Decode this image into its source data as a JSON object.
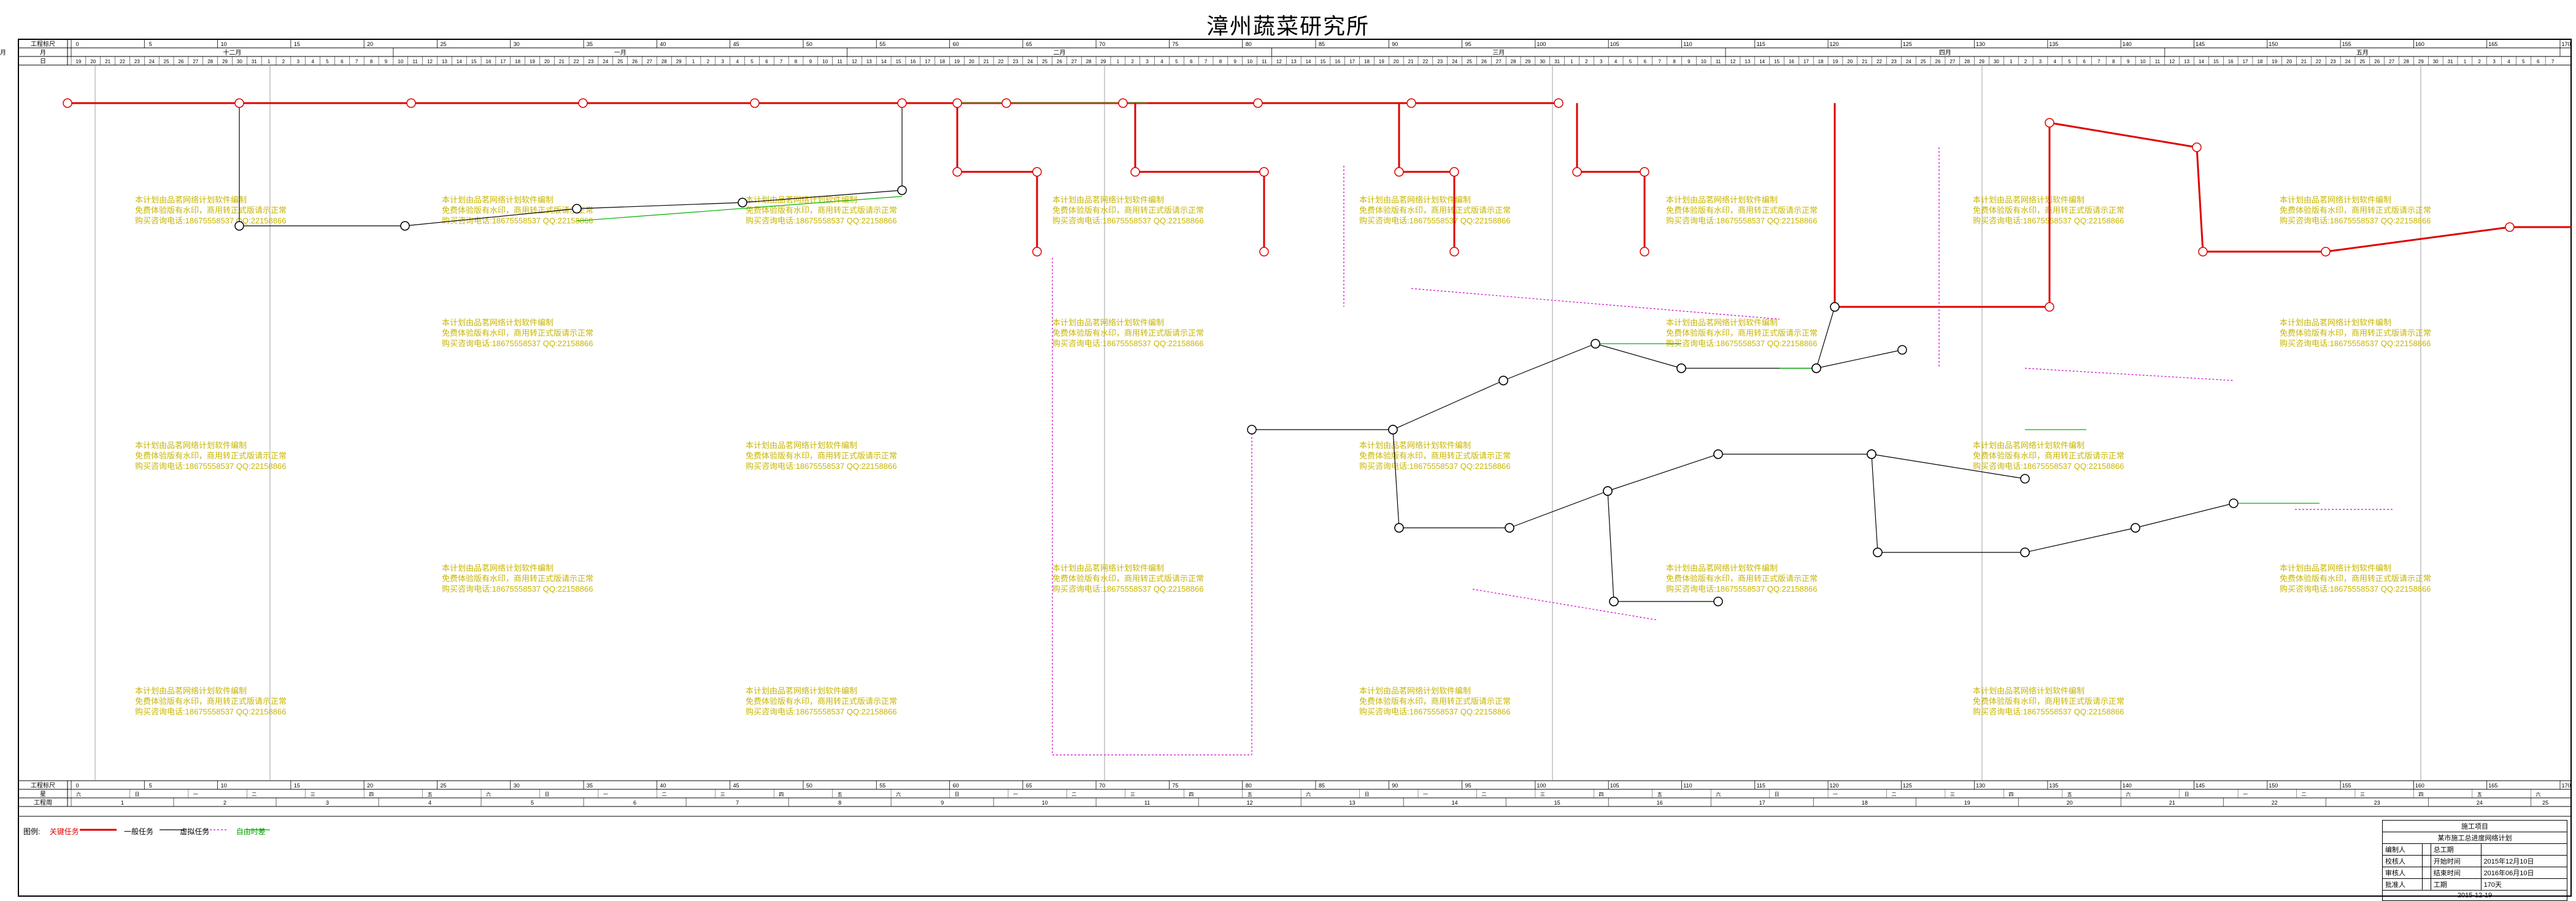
{
  "title": "漳州蔬菜研究所",
  "header_rows": {
    "row1_label": "工程标尺",
    "row2_label": "月",
    "row3_label": "日",
    "months": [
      "十二月",
      "一月",
      "二月",
      "三月",
      "四月",
      "五月",
      "六月"
    ],
    "ticks": [
      0,
      5,
      10,
      15,
      20,
      25,
      30,
      35,
      40,
      45,
      50,
      55,
      60,
      65,
      70,
      75,
      80,
      85,
      90,
      95,
      100,
      105,
      110,
      115,
      120,
      125,
      130,
      135,
      140,
      145,
      150,
      155,
      160,
      165,
      170
    ]
  },
  "footer_rows": {
    "row1_label": "工程标尺",
    "row2_label": "星",
    "row3_label": "工程周",
    "weeks": [
      "1",
      "2",
      "3",
      "4",
      "5",
      "6",
      "7",
      "8",
      "9",
      "10",
      "11",
      "12",
      "13",
      "14",
      "15",
      "16",
      "17",
      "18",
      "19",
      "20",
      "21",
      "22",
      "23",
      "24",
      "25"
    ]
  },
  "legend": {
    "label": "图例:",
    "critical": "关键任务",
    "normal": "一般任务",
    "virtual": "虚拟任务",
    "free": "自由时差"
  },
  "info": {
    "top_label": "施工项目",
    "subtitle": "某市施工总进度网络计划",
    "rows": [
      {
        "k": "编制人",
        "v": "",
        "k2": "总工期",
        "v2": ""
      },
      {
        "k": "校核人",
        "v": "",
        "k2": "开始时间",
        "v2": "2015年12月10日"
      },
      {
        "k": "审核人",
        "v": "",
        "k2": "结束时间",
        "v2": "2016年06月10日"
      },
      {
        "k": "批准人",
        "v": "",
        "k2": "工期",
        "v2": "170天"
      }
    ],
    "date": "2015-12-19"
  },
  "watermark": {
    "line1": "本计划由品茗网络计划软件编制",
    "line2": "免费体验版有水印，商用转正式版请示正常",
    "line3": "购买咨询电话:18675558537 QQ:22158866"
  },
  "colors": {
    "critical": "#e00000",
    "normal": "#000000",
    "virtual": "#d000d0",
    "free": "#00b000",
    "watermark": "#c8b400"
  }
}
